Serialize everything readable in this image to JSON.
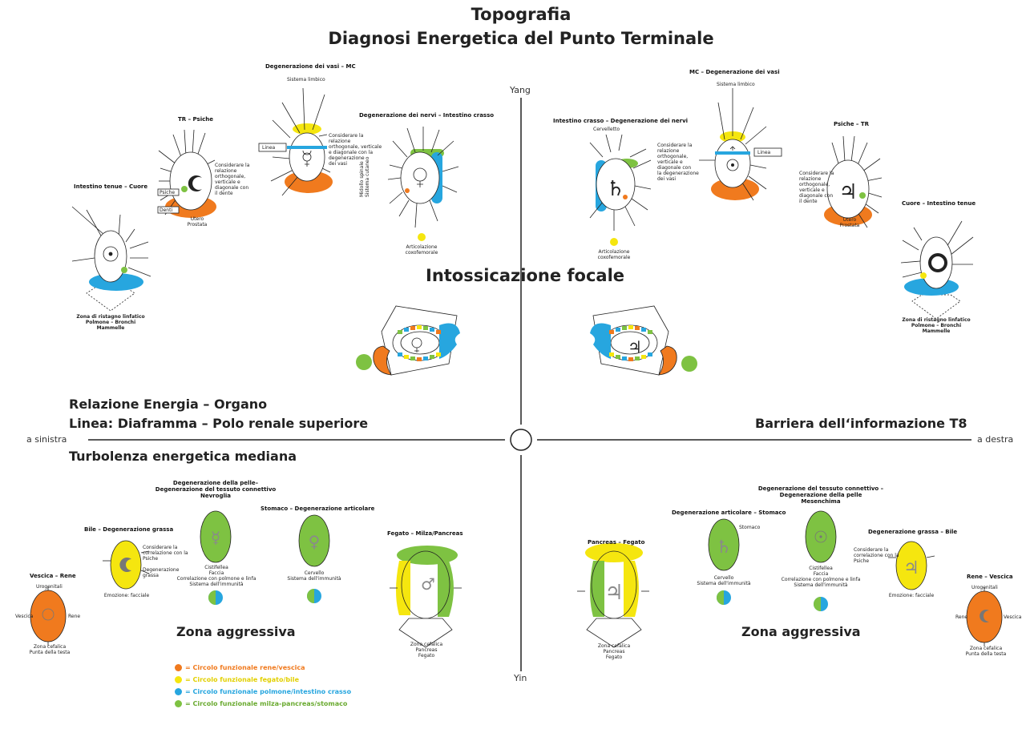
{
  "colors": {
    "orange": "#f07a1e",
    "yellow": "#f5e60f",
    "blue": "#27a6df",
    "green": "#7ec242",
    "line": "#222222",
    "symbol": "#8a8a8a"
  },
  "title": {
    "line1": "Topografia",
    "line2": "Diagnosi Energetica del Punto Terminale"
  },
  "axes": {
    "top": "Yang",
    "bottom": "Yin",
    "left": "a sinistra",
    "right": "a destra"
  },
  "headings": {
    "focal": "Intossicazione focale",
    "relation": "Relazione Energia – Organo",
    "line": "Linea: Diaframma  – Polo renale superiore",
    "barrier": "Barriera dell‘informazione T8",
    "turbulence": "Turbolenza energetica mediana",
    "aggressive_left": "Zona aggressiva",
    "aggressive_right": "Zona aggressiva"
  },
  "upper_left": {
    "it_cuore": {
      "title": "Intestino tenue – Cuore",
      "bottom": "Zona di ristagno linfatico\nPolmone – Bronchi\nMammelle"
    },
    "tr_psiche": {
      "title": "TR – Psiche",
      "box1": "Psiche",
      "box2": "Denti",
      "right_text": "Considerare la\nrelazione\northogonale,\nverticale e\ndiagonale con\nil dente",
      "bottom": "Utero\nProstata"
    },
    "vasi_mc": {
      "title": "Degenerazione dei vasi – MC",
      "top": "Sistema limbico",
      "box": "Linea",
      "right_text": "Considerare la\nrelazione\northogonale, verticale\ne diagonale con la\ndegenerazione\ndei vasi"
    },
    "nervi_ic": {
      "title": "Degenerazione dei nervi – Intestino crasso",
      "left_side": "Midollo spinale\nSistema cutaneo",
      "bottom": "Articolazione\ncoxofemorale"
    }
  },
  "upper_right": {
    "ic_nervi": {
      "title": "Intestino crasso – Degenerazione dei nervi",
      "top": "Cervelletto",
      "bottom": "Articolazione\ncoxofemorale"
    },
    "mc_vasi": {
      "title": "MC – Degenerazione dei vasi",
      "top": "Sistema limbico",
      "box": "Linea",
      "left_text": "Considerare la\nrelazione\northogonale,\nverticale e\ndiagonale con\nla degenerazione\ndei vasi"
    },
    "psiche_tr": {
      "title": "Psiche – TR",
      "left_text": "Considerare la\nrelazione\northogonale,\nverticale e\ndiagonale con\nil dente",
      "bottom": "Utero\nProstata"
    },
    "cuore_it": {
      "title": "Cuore – Intestino tenue",
      "bottom": "Zona di ristagno linfatico\nPolmone – Bronchi\nMammelle"
    }
  },
  "lower_left": {
    "vescica_rene": {
      "title": "Vescica – Rene",
      "top": "Urogenitali",
      "left": "Vescica",
      "right": "Rene",
      "bottom": "Zona cefalica\nPunta della testa"
    },
    "bile_grassa": {
      "title": "Bile – Degenerazione grassa",
      "right_text": "Considerare la\ncorrelazione con la\nPsiche",
      "right_text2": "Degenerazione\ngrassa",
      "bottom": "Emozione: facciale"
    },
    "pelle": {
      "title": "Degenerazione della pelle–\nDegenerazione del tessuto connettivo\nNevroglia",
      "bottom": "Cistifellea\nFaccia\nCorrelazione con polmone e linfa\nSistema dell'immunità"
    },
    "stomaco": {
      "title": "Stomaco – Degenerazione articolare",
      "bottom": "Cervello\nSistema dell'immunità"
    },
    "fegato": {
      "title": "Fegato – Milza/Pancreas",
      "bottom": "Zona cefalica\nPancreas\nFegato"
    }
  },
  "lower_right": {
    "pancreas": {
      "title": "Pancreas – Fegato",
      "bottom": "Zona cefalica\nPancreas\nFegato"
    },
    "articolare": {
      "title": "Degenerazione articolare – Stomaco",
      "right": "Stomaco",
      "bottom": "Cervello\nSistema dell'immunità"
    },
    "connettivo": {
      "title": "Degenerazione del tessuto connettivo –\nDegenerazione della pelle\nMesenchima",
      "bottom": "Cistifellea\nFaccia\nCorrelazione con polmone e linfa\nSistema dell'immunità"
    },
    "grassa_bile": {
      "title": "Degenerazione grassa – Bile",
      "left_text": "Considerare la\ncorrelazione con la\nPsiche",
      "bottom": "Emozione: facciale"
    },
    "rene_vescica": {
      "title": "Rene – Vescica",
      "top": "Urogenitali",
      "left": "Rene",
      "right": "Vescica",
      "bottom": "Zona cefalica\nPunta della testa"
    }
  },
  "legend": [
    {
      "color": "#f07a1e",
      "text": "= Circolo funzionale rene/vescica"
    },
    {
      "color": "#f5e60f",
      "text": "= Circolo funzionale fegato/bile"
    },
    {
      "color": "#27a6df",
      "text": "= Circolo funzionale polmone/intestino crasso"
    },
    {
      "color": "#7ec242",
      "text": "= Circolo funzionale milza-pancreas/stomaco"
    }
  ]
}
